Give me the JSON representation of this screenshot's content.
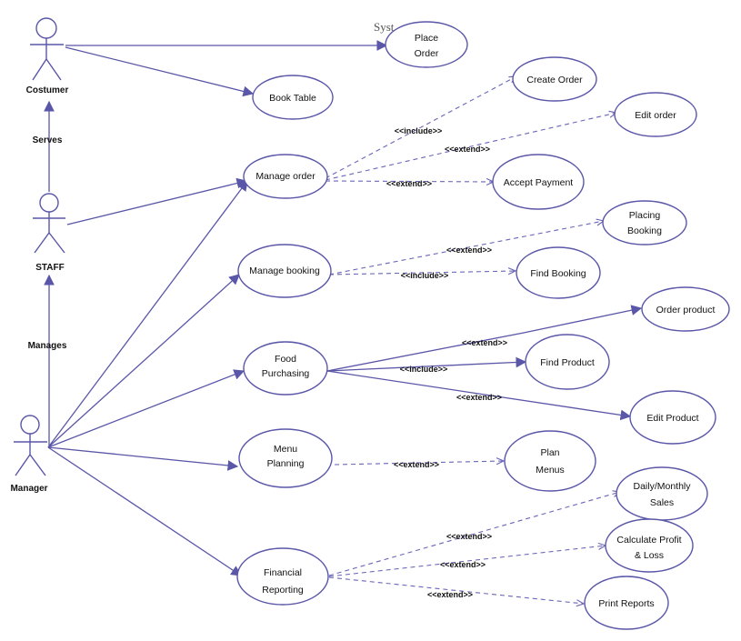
{
  "system_label": "Syst",
  "actors": {
    "customer": "Costumer",
    "staff": "STAFF",
    "manager": "Manager"
  },
  "generalizations": {
    "serves": "Serves",
    "manages": "Manages"
  },
  "use_cases": {
    "place_order": [
      "Place",
      "Order"
    ],
    "book_table": [
      "Book Table"
    ],
    "create_order": [
      "Create Order"
    ],
    "edit_order": [
      "Edit order"
    ],
    "manage_order": [
      "Manage  order"
    ],
    "accept_payment": [
      "Accept Payment"
    ],
    "placing_booking": [
      "Placing",
      "Booking"
    ],
    "manage_booking": [
      "Manage  booking"
    ],
    "find_booking": [
      "Find Booking"
    ],
    "order_product": [
      "Order  product"
    ],
    "food_purchasing": [
      "Food",
      "Purchasing"
    ],
    "find_product": [
      "Find Product"
    ],
    "edit_product": [
      "Edit Product"
    ],
    "menu_planning": [
      "Menu",
      "Planning"
    ],
    "plan_menus": [
      "Plan",
      "Menus"
    ],
    "daily_monthly_sales": [
      "Daily/Monthly",
      "Sales"
    ],
    "financial_reporting": [
      "Financial",
      "Reporting"
    ],
    "calculate_profit_loss": [
      "Calculate  Profit",
      "& Loss"
    ],
    "print_reports": [
      "Print  Reports"
    ]
  },
  "relations": {
    "mo_create": "<<include>>",
    "mo_edit": "<<extend>>",
    "mo_payment": "<<extend>>",
    "mb_placing": "<<extend>>",
    "mb_find": "<<include>>",
    "fp_order": "<<extend>>",
    "fp_find": "<<include>>",
    "fp_edit": "<<extend>>",
    "mp_plan": "<<extend>>",
    "fr_sales": "<<extend>>",
    "fr_profit": "<<extend>>",
    "fr_print": "<<extend>>"
  }
}
